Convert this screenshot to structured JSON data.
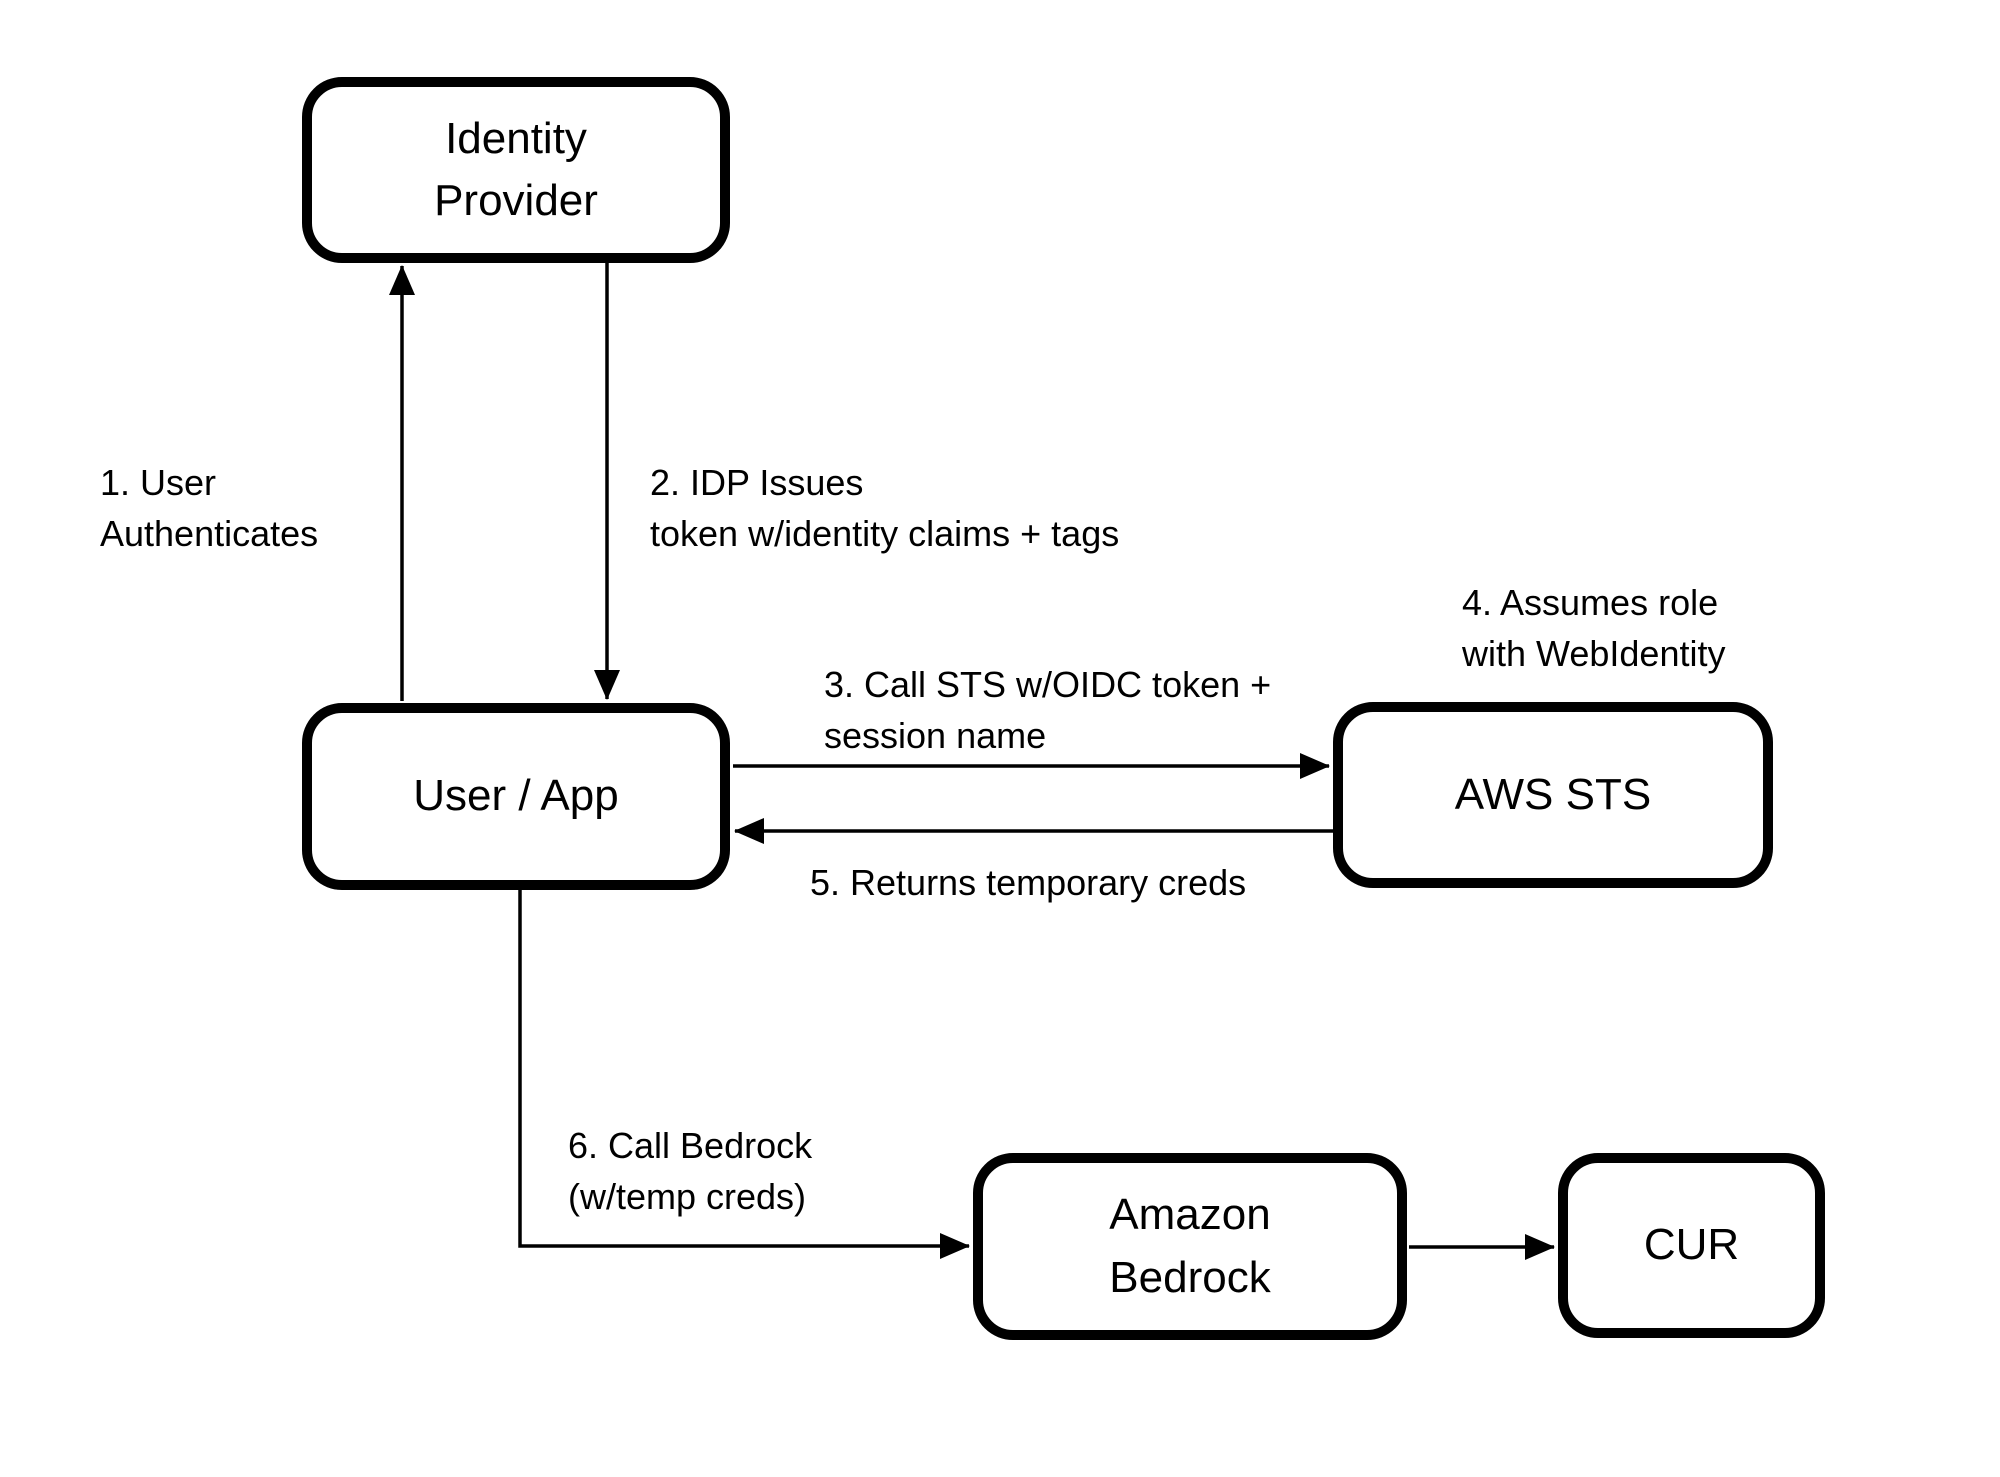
{
  "diagram": {
    "colors": {
      "background": "#ffffff",
      "ink": "#000000",
      "node_fill": "#ffffff"
    },
    "nodes": {
      "identity_provider": {
        "label": "Identity\nProvider"
      },
      "user_app": {
        "label": "User / App"
      },
      "aws_sts": {
        "label": "AWS STS"
      },
      "amazon_bedrock": {
        "label": "Amazon\nBedrock"
      },
      "cur": {
        "label": "CUR"
      }
    },
    "steps": {
      "s1": {
        "text": "1. User\nAuthenticates"
      },
      "s2": {
        "text": "2. IDP Issues\ntoken w/identity claims + tags"
      },
      "s3": {
        "text": "3. Call STS w/OIDC token +\nsession name"
      },
      "s4": {
        "text": "4. Assumes role\nwith WebIdentity"
      },
      "s5": {
        "text": "5. Returns temporary creds"
      },
      "s6": {
        "text": "6. Call Bedrock\n(w/temp creds)"
      }
    },
    "edges": [
      {
        "from": "user_app",
        "to": "identity_provider",
        "step": "s1"
      },
      {
        "from": "identity_provider",
        "to": "user_app",
        "step": "s2"
      },
      {
        "from": "user_app",
        "to": "aws_sts",
        "step": "s3"
      },
      {
        "from": "aws_sts",
        "to": "user_app",
        "step": "s5"
      },
      {
        "from": "user_app",
        "to": "amazon_bedrock",
        "step": "s6"
      },
      {
        "from": "amazon_bedrock",
        "to": "cur",
        "step": ""
      }
    ]
  }
}
